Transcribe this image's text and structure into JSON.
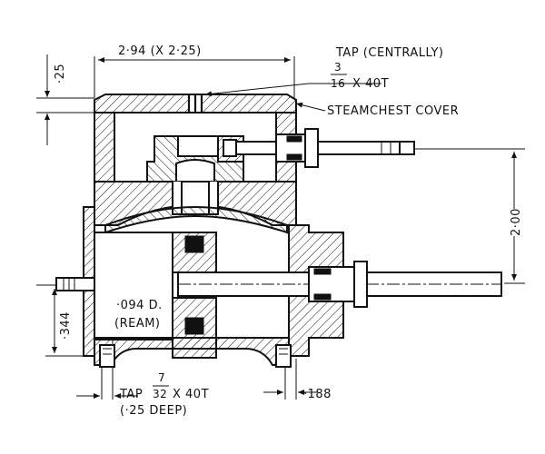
{
  "labels": {
    "top_dimension": "2·94 (X 2·25)",
    "tap_title": "TAP (CENTRALLY)",
    "tap_fraction_num": "3",
    "tap_fraction_den": "16",
    "tap_thread": "X 40T",
    "steamchest_cover": "STEAMCHEST COVER",
    "left_top_dim": "·25",
    "right_dim": "2·00",
    "ream_dia": "·094 D.",
    "ream": "(REAM)",
    "left_dim": "·344",
    "bottom_tap_prefix": "TAP",
    "bottom_fraction_num": "7",
    "bottom_fraction_den": "32",
    "bottom_thread": "X 40T",
    "bottom_depth": "(·25 DEEP)",
    "bottom_right_dim": "·188"
  }
}
